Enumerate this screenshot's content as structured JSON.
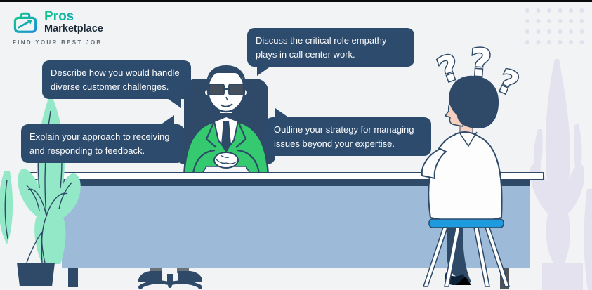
{
  "logo": {
    "icon": "briefcase-arrow-icon",
    "brand_line1": "Pros",
    "brand_line2": "Marketplace",
    "tagline": "FIND YOUR BEST JOB"
  },
  "bubbles": [
    {
      "text": "Discuss the critical role empathy plays in call center work.",
      "tail": "bottom-left"
    },
    {
      "text": "Describe how you would handle diverse customer challenges.",
      "tail": "bottom-right"
    },
    {
      "text": "Explain your approach to receiving and responding to feedback.",
      "tail": "top-right"
    },
    {
      "text": "Outline your strategy for managing issues beyond your expertise.",
      "tail": "top-left"
    }
  ],
  "scene": {
    "question_marks": [
      "?",
      "?",
      "?"
    ],
    "figures": {
      "interviewer": "man-in-green-jacket-at-desk",
      "candidate": "woman-on-blue-stool-back-view"
    },
    "decor": [
      "mint-plant-left",
      "lavender-plant-right",
      "dot-grid-top-right"
    ]
  },
  "colors": {
    "background": "#f2f3f5",
    "bubble_navy": "#2d4b6d",
    "outline_navy": "#2e4a68",
    "jacket_green": "#35ca70",
    "desk_panel_blue": "#9dbbd9",
    "chair_blue": "#1e9ade",
    "plant_mint": "#93e9c7",
    "decor_lavender": "#e4e2ef",
    "logo_green": "#12c78e",
    "logo_blue": "#1b90d8"
  }
}
